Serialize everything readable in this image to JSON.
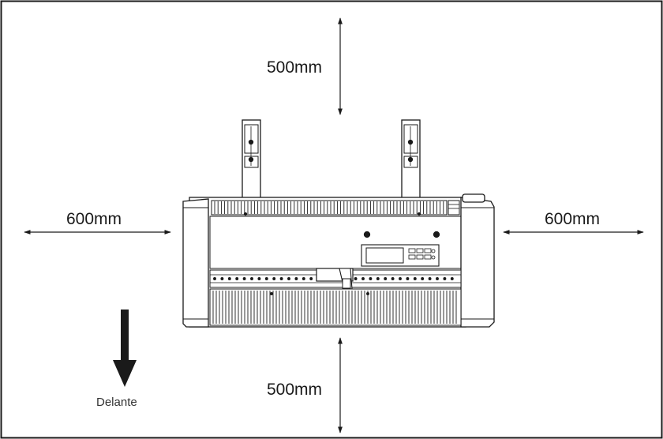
{
  "clearances": {
    "top": "500mm",
    "bottom": "500mm",
    "left": "600mm",
    "right": "600mm"
  },
  "front_label": "Delante",
  "colors": {
    "line": "#1a1a1a",
    "background": "#ffffff",
    "cutter_fill": "#ffffff"
  }
}
